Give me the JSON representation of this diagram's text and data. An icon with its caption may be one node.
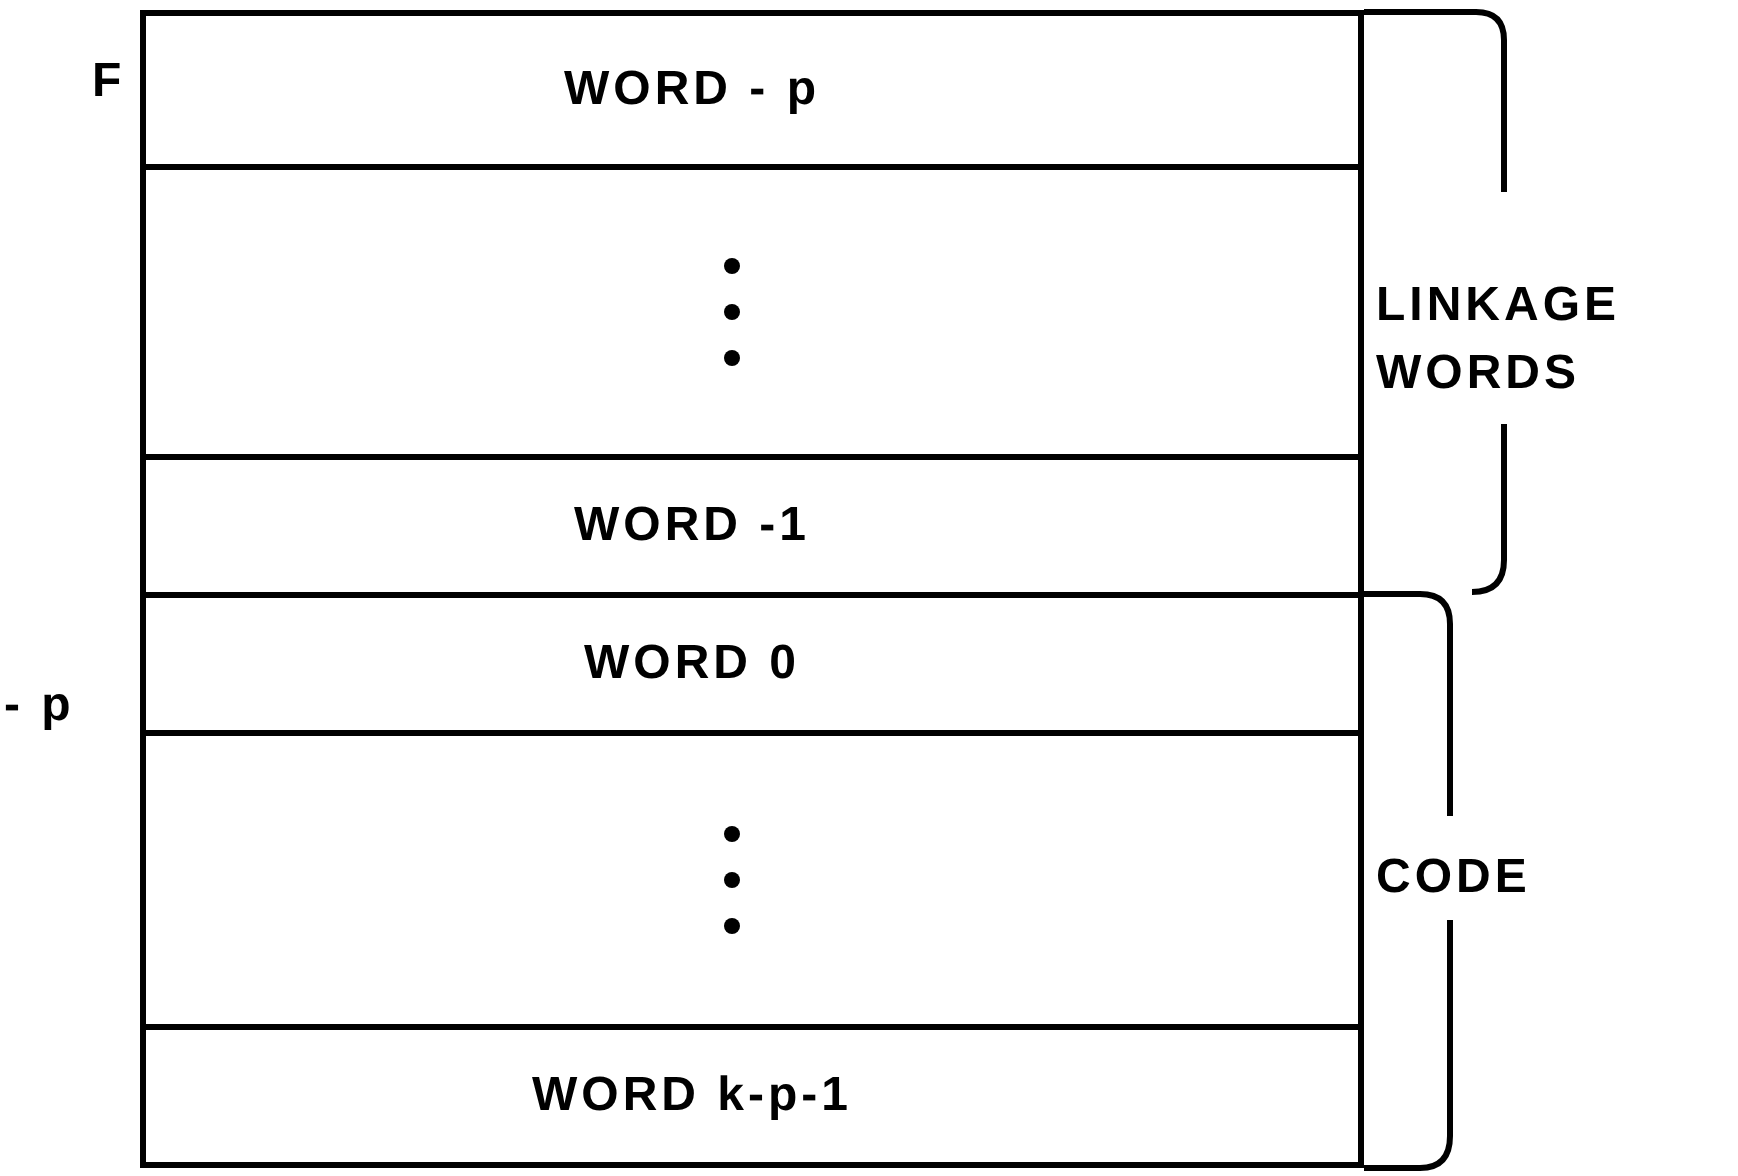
{
  "diagram": {
    "nodes": [
      {
        "text": [
          "WORD - p"
        ]
      },
      {
        "text": [],
        "shape": "box"
      },
      {
        "text": [
          "WORD -1"
        ]
      },
      {
        "text": [
          "WORD 0"
        ]
      },
      {
        "text": [],
        "shape": "box"
      },
      {
        "text": [
          "WORD k-p-1"
        ]
      }
    ],
    "labels": [
      "F",
      "- p",
      "LINKAGE WORDS",
      "CODE"
    ]
  }
}
